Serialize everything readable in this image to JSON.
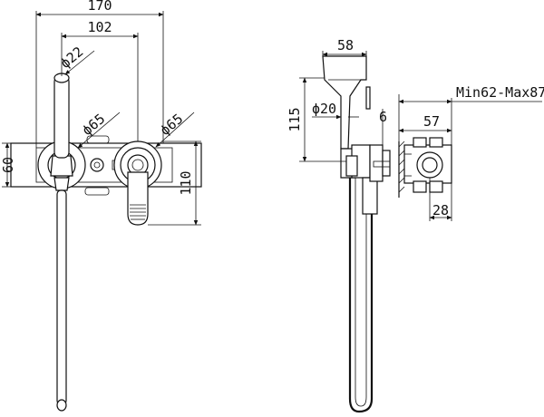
{
  "dimensions": {
    "total_width": "170",
    "center_distance": "102",
    "spout_diameter": "ϕ22",
    "escutcheon_left_diameter": "ϕ65",
    "escutcheon_right_diameter": "ϕ65",
    "plate_height": "60",
    "handle_height": "110",
    "head_width": "58",
    "head_height": "115",
    "hose_diameter": "ϕ20",
    "wall_gap": "6",
    "install_depth": "Min62-Max87",
    "valve_depth": "57",
    "valve_offset": "28"
  }
}
